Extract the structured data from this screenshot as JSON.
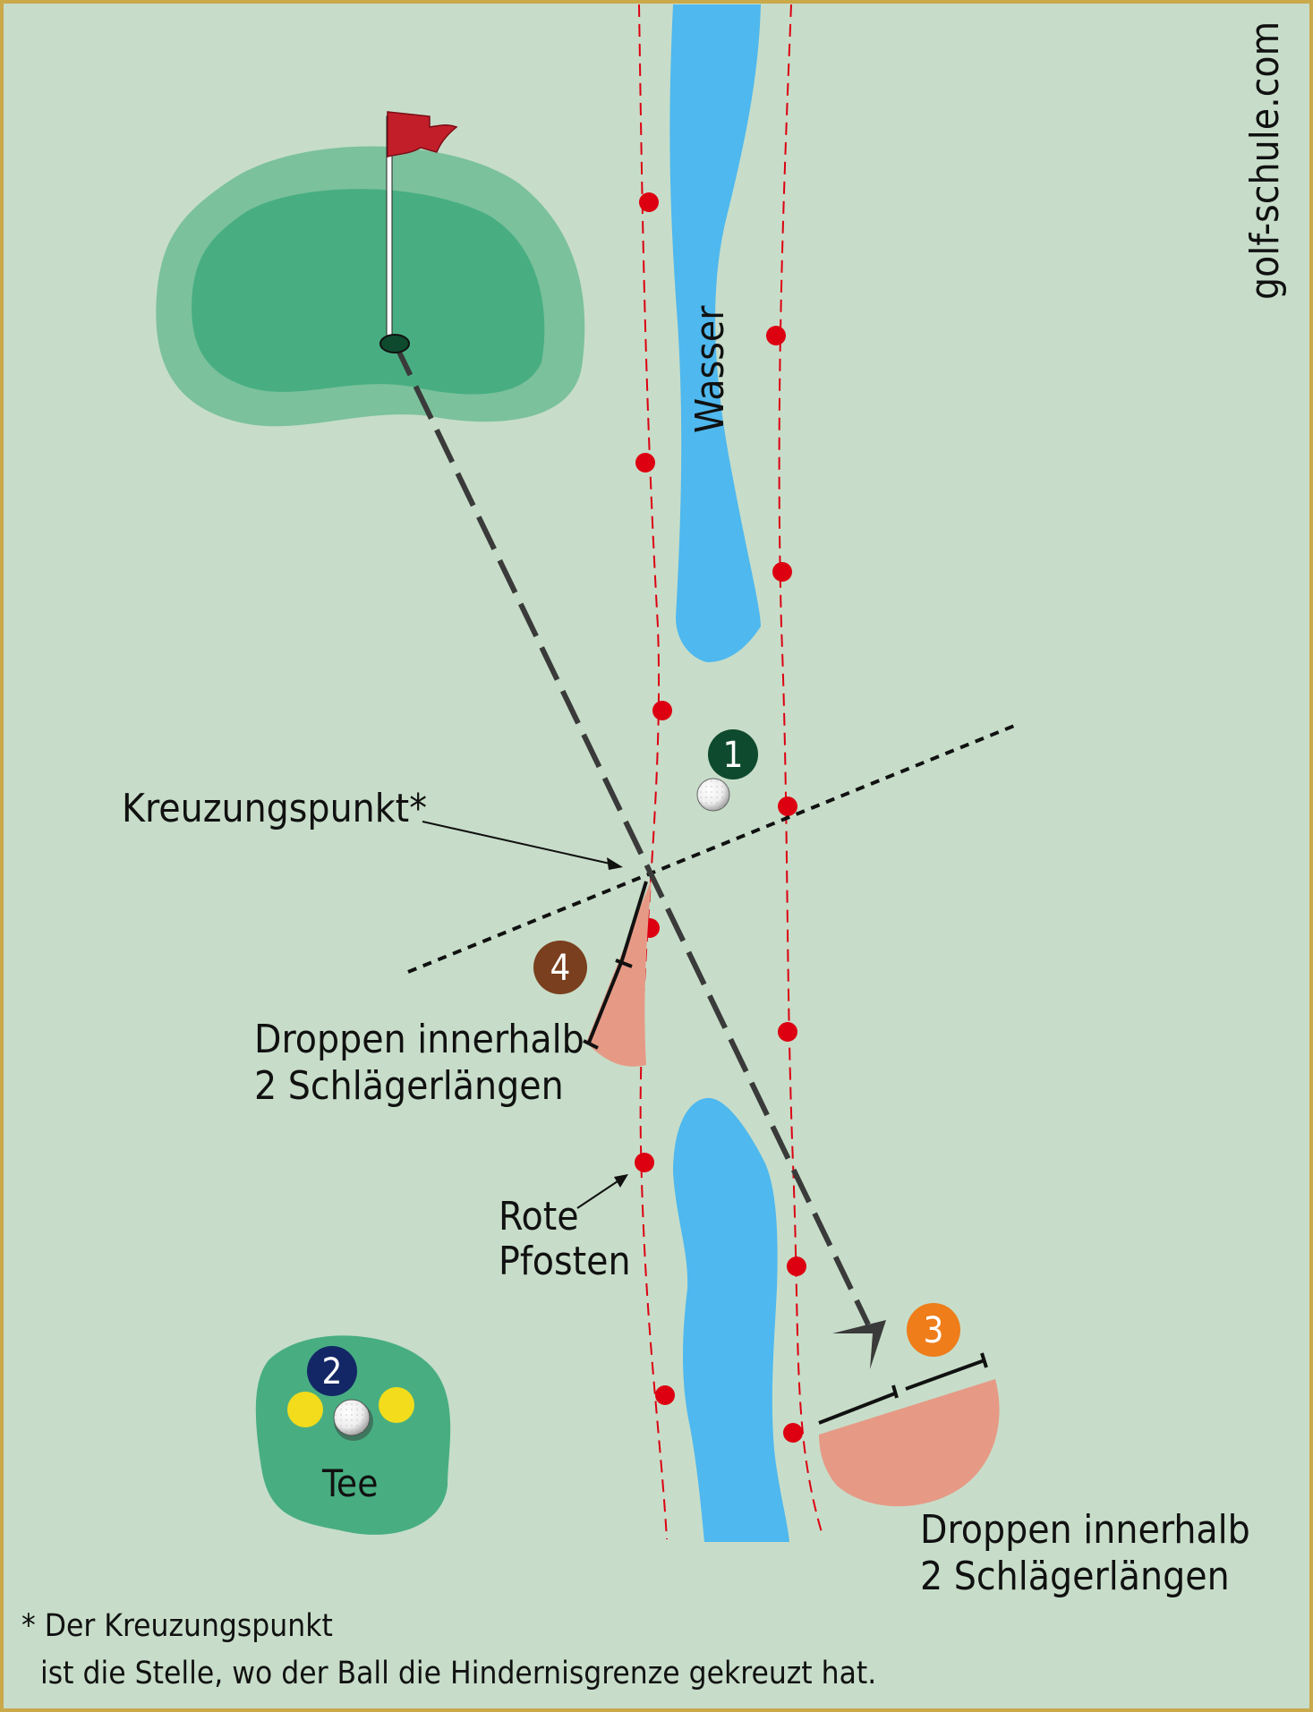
{
  "watermark": "golf-schule.com",
  "labels": {
    "water": "Wasser",
    "crossing_point": "Kreuzungspunkt*",
    "drop_left_line1": "Droppen innerhalb",
    "drop_left_line2": "2 Schlägerlängen",
    "red_posts_line1": "Rote",
    "red_posts_line2": "Pfosten",
    "tee": "Tee",
    "drop_right_line1": "Droppen innerhalb",
    "drop_right_line2": "2 Schlägerlängen"
  },
  "markers": {
    "one": "1",
    "two": "2",
    "three": "3",
    "four": "4"
  },
  "footnote": {
    "line1": "* Der Kreuzungspunkt",
    "line2": "ist die Stelle, wo der Ball die Hindernisgrenze gekreuzt hat."
  },
  "colors": {
    "frame": "#c9a94a",
    "background": "#c7ddc9",
    "water": "#4fb8ee",
    "green_outer": "#7bc19c",
    "green_inner": "#48ae82",
    "red_post": "#dd0011",
    "drop_zone": "#e69a86",
    "marker_1": "#0e4a2e",
    "marker_2": "#132766",
    "marker_3": "#ee7d1a",
    "marker_4": "#7a3f1e"
  }
}
